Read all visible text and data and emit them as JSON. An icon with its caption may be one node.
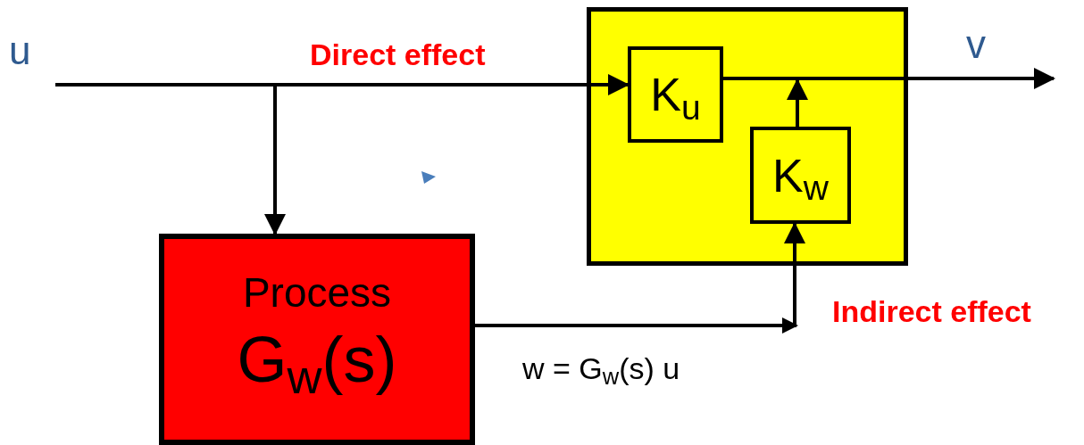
{
  "diagram": {
    "nodes": [
      {
        "text": [
          "u"
        ]
      },
      {
        "text": [],
        "shape": "box"
      },
      {
        "text": [
          "K$_{u}$"
        ],
        "in": 1
      },
      {
        "text": [
          "K$_{w}$"
        ],
        "in": 1
      },
      {
        "text": [
          "Process",
          "G$_{w}$(s)"
        ]
      }
    ],
    "edges": [
      {
        "from": 0,
        "to": 2,
        "arrow": "to",
        "label": "Direct effect"
      },
      {
        "from": 0,
        "to": 4,
        "arrow": "to"
      },
      {
        "from": 4,
        "to": 3,
        "arrow": "to",
        "label": "w = G$_{w}$(s) u"
      },
      {
        "from": 2,
        "to": null,
        "arrow": "to"
      },
      {
        "from": 3,
        "to": null,
        "arrow": "to"
      }
    ],
    "labels": [
      "v",
      "Indirect effect"
    ]
  }
}
